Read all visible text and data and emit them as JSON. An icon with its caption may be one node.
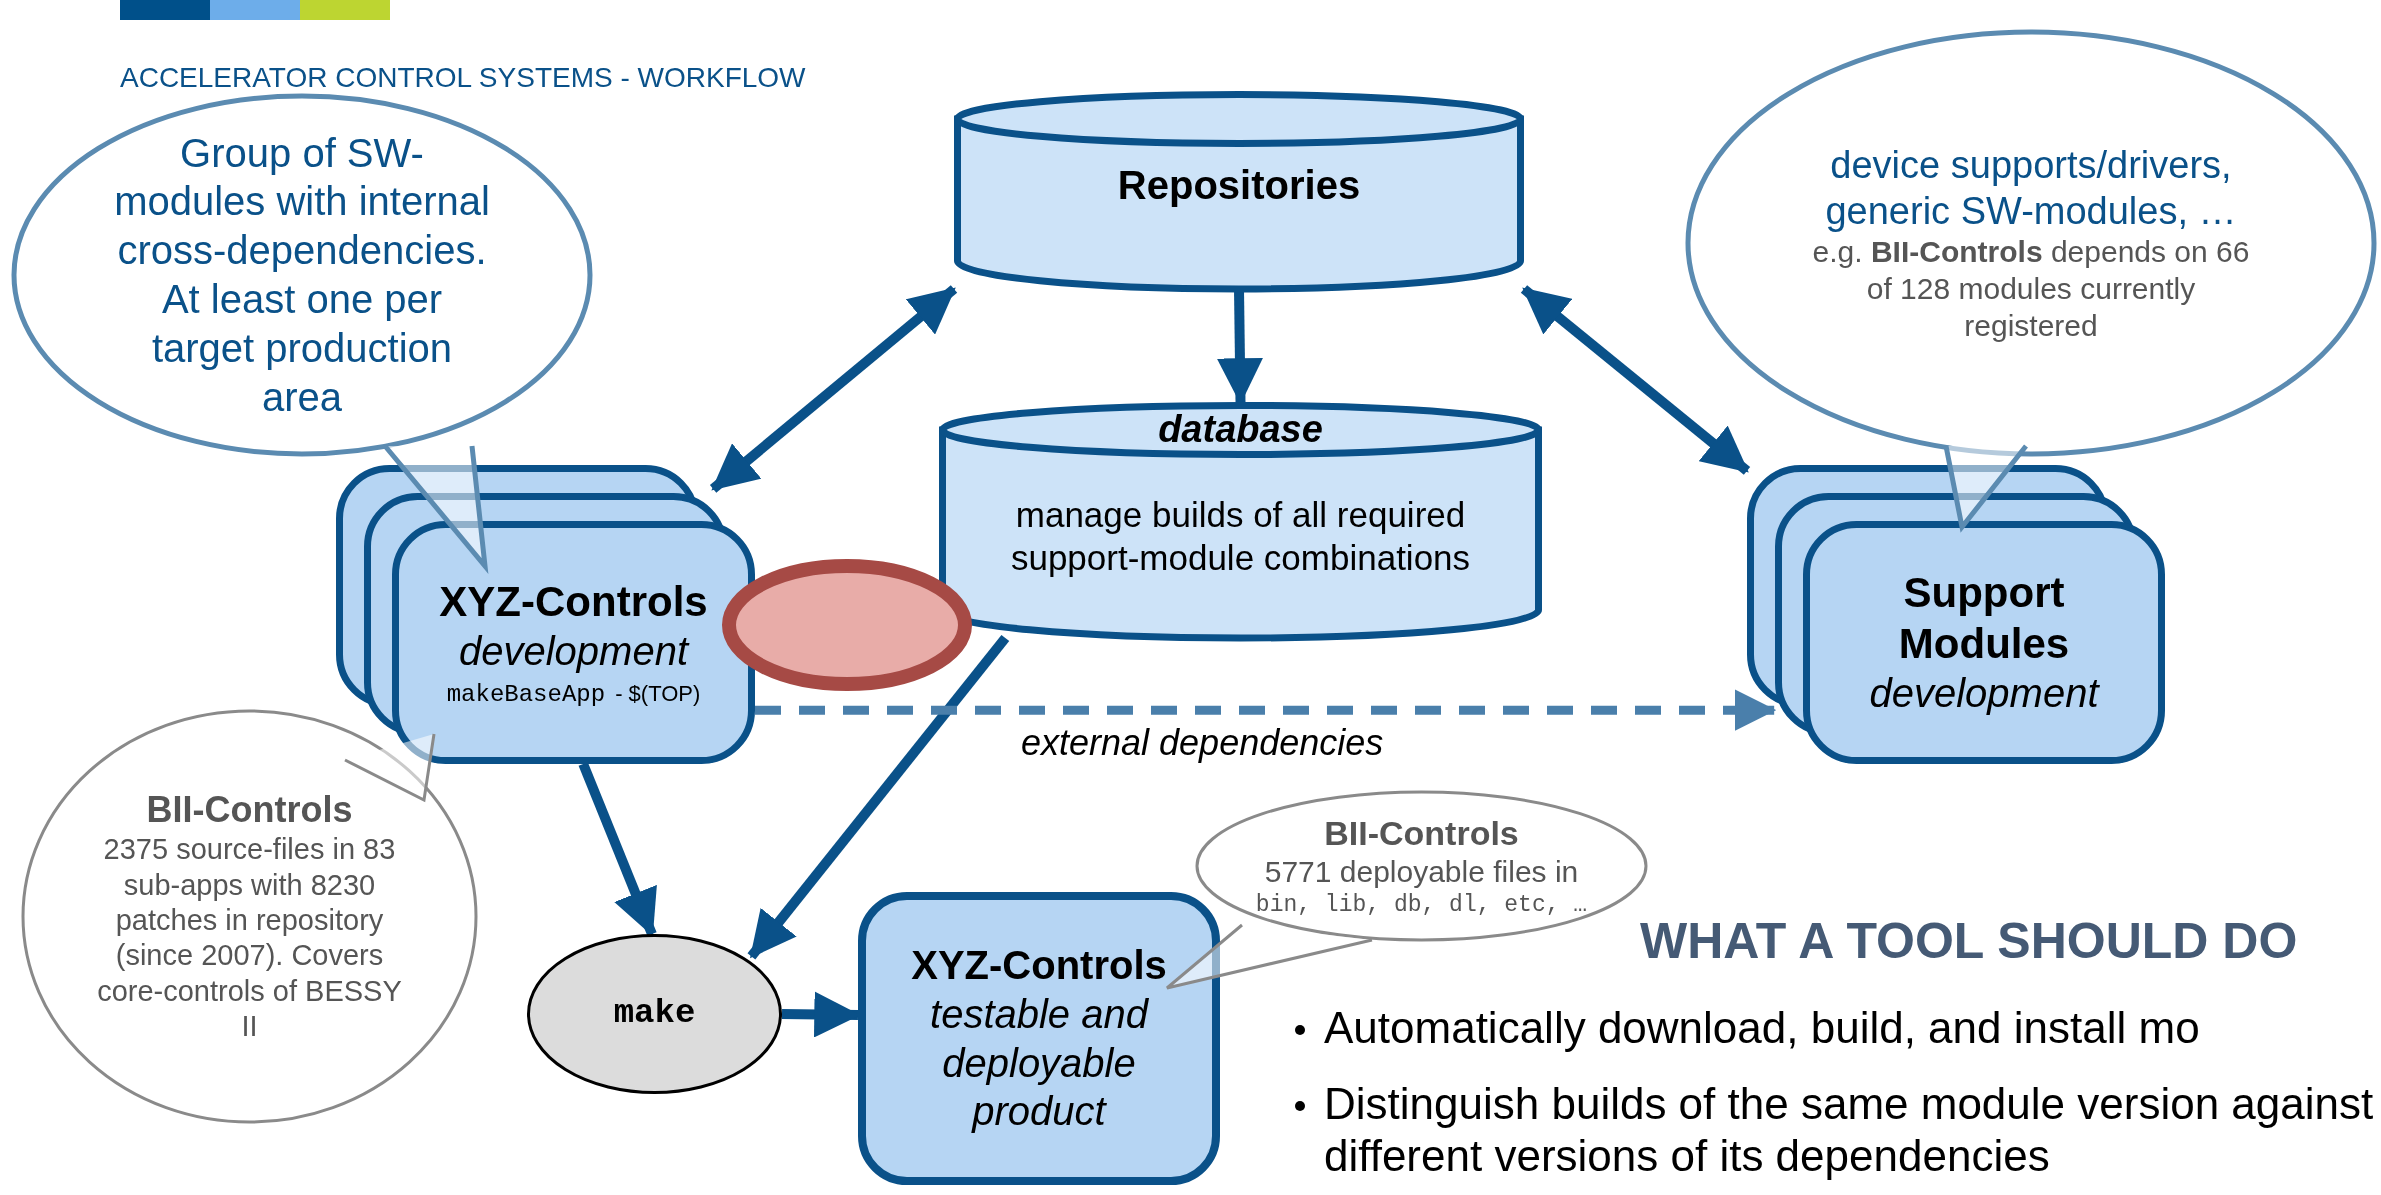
{
  "diagram": {
    "title": "ACCELERATOR CONTROL SYSTEMS - WORKFLOW",
    "nodes": [
      {
        "text": [
          "Group of SW-modules with internal cross-dependencies. At least one per target production area"
        ]
      },
      {
        "text": [
          "Repositories"
        ]
      },
      {
        "text": [
          "database",
          "manage builds of all required support-module combinations"
        ]
      },
      {
        "text": [
          "device supports/drivers, generic SW-modules, …",
          "e.g. **BII-Controls** depends on 66 of 128 modules currently registered"
        ]
      },
      {
        "text": [
          "XYZ-Controls",
          "development",
          "makeBaseApp",
          "- $(TOP)"
        ]
      },
      {
        "text": [],
        "shape": "circle"
      },
      {
        "text": [
          "Support Modules",
          "development"
        ]
      },
      {
        "text": [
          "BII-Controls",
          "2375 source-files in 83 sub-apps with 8230 patches in repository (since 2007). Covers core-controls of BESSY II"
        ]
      },
      {
        "text": [
          "make"
        ]
      },
      {
        "text": [
          "XYZ-Controls",
          "testable and deployable product"
        ]
      },
      {
        "text": [
          "BII-Controls",
          "5771 deployable files in",
          "bin, lib, db, dl, etc, …"
        ]
      }
    ],
    "edges": [
      {
        "from": 1,
        "to": 4,
        "arrow": "both"
      },
      {
        "from": 1,
        "to": 2,
        "arrow": "to"
      },
      {
        "from": 1,
        "to": 6,
        "arrow": "both"
      },
      {
        "from": 4,
        "to": 8,
        "arrow": "to"
      },
      {
        "from": 2,
        "to": 8,
        "arrow": "to"
      },
      {
        "from": 8,
        "to": 9,
        "arrow": "to"
      },
      {
        "from": 4,
        "to": 6,
        "arrow": "to",
        "style": "dashed",
        "color": "#4a7fab",
        "label": "external dependencies"
      }
    ],
    "labels": [
      "WHAT A TOOL SHOULD DO",
      "Automatically download, build, and install mo",
      "Distinguish builds of the same module version against different versions of its dependencies"
    ]
  }
}
